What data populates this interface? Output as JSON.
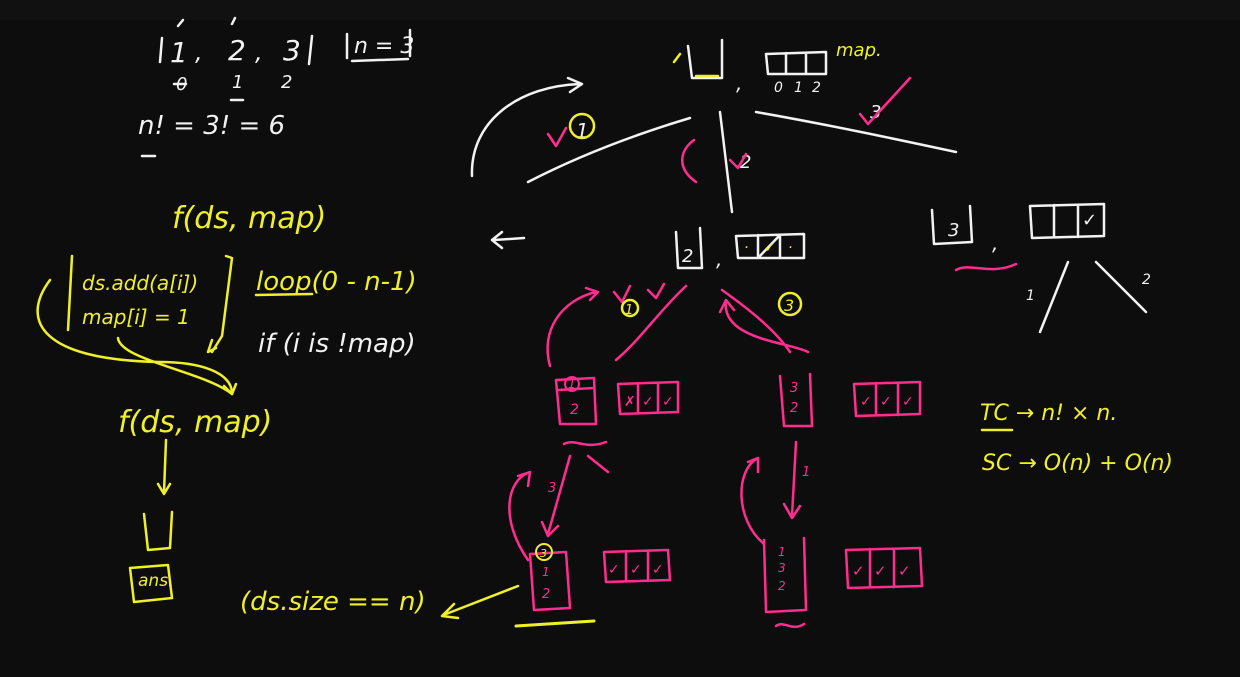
{
  "colors": {
    "background": "#0d0d0d",
    "chalk_white": "#f2f2f2",
    "chalk_yellow": "#f0f02a",
    "chalk_magenta": "#ff2d8f"
  },
  "top_left": {
    "array_open": "[",
    "array_vals": [
      "1",
      "2",
      "3"
    ],
    "array_idx": [
      "0",
      "1",
      "2"
    ],
    "array_close": "]",
    "n_box": "n = 3",
    "factorial": "n! = 3! = 6"
  },
  "code": {
    "call1": "f(ds, map)",
    "loop": "loop(0 - n-1)",
    "cond": "if (i is !map)",
    "add": "ds.add(a[i])",
    "setmap": "map[i] = 1",
    "call2": "f(ds, map)",
    "ans": "ans.",
    "base": "(ds.size == n)"
  },
  "tree": {
    "root_map_label": "map.",
    "root_map_idx": [
      "0",
      "1",
      "2"
    ],
    "root_comma": ",",
    "branch_labels": [
      "1",
      "2",
      "3"
    ],
    "mid_ds": "2",
    "mid_map": [
      "·",
      "✓",
      "·"
    ],
    "right_ds": "3",
    "right_map": [
      "",
      "",
      "✓"
    ],
    "sub_branch_labels": [
      "1",
      "3"
    ],
    "left_box_ds": [
      "1",
      "2"
    ],
    "left_box_map": [
      "✗",
      "✓",
      "✓"
    ],
    "right_box_ds": [
      "3",
      "2"
    ],
    "right_box_map": [
      "✓",
      "✓",
      "✓"
    ],
    "leaf_edge_labels": [
      "3",
      "1"
    ],
    "leaf_left_ds": [
      "3",
      "1",
      "2"
    ],
    "leaf_left_map": [
      "✓",
      "✓",
      "✓"
    ],
    "leaf_right_ds": [
      "1",
      "3",
      "2"
    ],
    "leaf_right_map": [
      "✓",
      "✓",
      "✓"
    ],
    "right_subtree_labels": [
      "1",
      "2"
    ]
  },
  "complexity": {
    "tc": "TC → n! × n.",
    "sc": "SC → O(n) + O(n)"
  }
}
